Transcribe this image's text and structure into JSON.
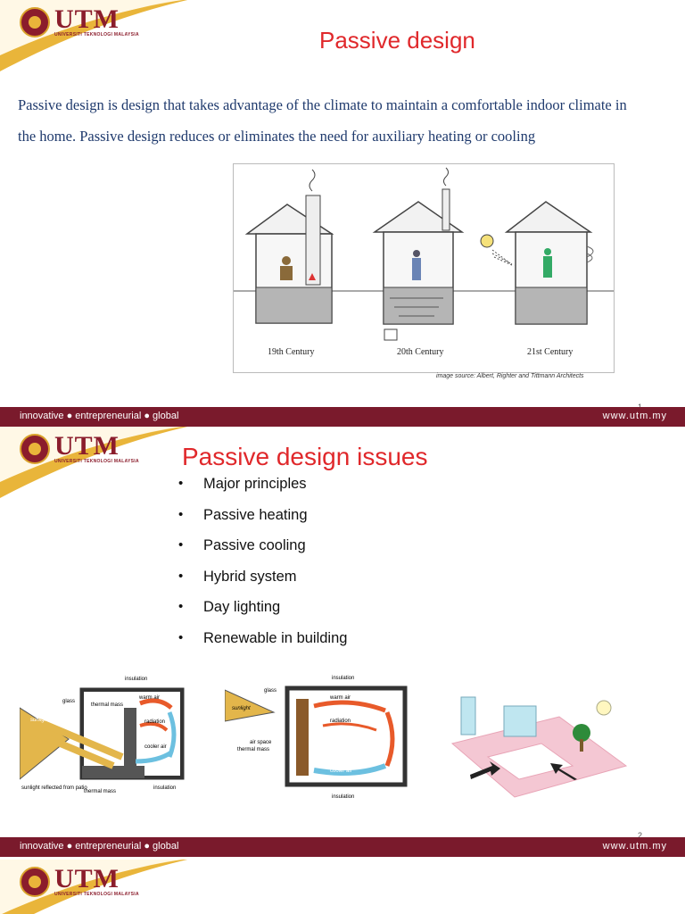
{
  "brand": {
    "name": "UTM",
    "subtitle": "UNIVERSITI TEKNOLOGI MALAYSIA"
  },
  "footer": {
    "tagline": "innovative ● entrepreneurial ● global",
    "url": "www.utm.my"
  },
  "slide1": {
    "title": "Passive design",
    "paragraph": "Passive design is design that takes advantage of the climate to maintain a comfortable indoor climate in the home. Passive design reduces or eliminates the need for auxiliary  heating or cooling",
    "centuries": [
      "19th Century",
      "20th Century",
      "21st Century"
    ],
    "caption": "image source: Albert, Righter and Tittmann Architects",
    "page_number": "1"
  },
  "slide2": {
    "title": "Passive design issues",
    "bullets": [
      "Major principles",
      "Passive heating",
      "Passive cooling",
      "Hybrid system",
      "Day lighting",
      "Renewable in building"
    ],
    "diagram1": {
      "insulation_top": "insulation",
      "glass": "glass",
      "thermal_mass": "thermal mass",
      "warm_air": "warm air",
      "radiation": "radiation",
      "sunlight": "sunlight",
      "cooler_air": "cooler air",
      "sunlight_reflected": "sunlight reflected from patio",
      "thermal_mass_bottom": "thermal mass",
      "insulation_bottom": "insulation"
    },
    "diagram2": {
      "insulation_top": "insulation",
      "sunlight": "sunlight",
      "glass": "glass",
      "warm_air": "warm air",
      "radiation": "radiation",
      "air_space": "air space",
      "thermal_mass": "thermal mass",
      "cooler_air": "cooler air",
      "insulation_bottom": "insulation"
    },
    "page_number": "2"
  },
  "icons": {
    "logo": "utm-crest-icon",
    "bullet": "bullet-icon"
  },
  "colors": {
    "accent_red": "#e0282b",
    "footer": "#7a1a2c",
    "swoosh": "#e9b53a",
    "text_blue": "#1f3a6d"
  }
}
